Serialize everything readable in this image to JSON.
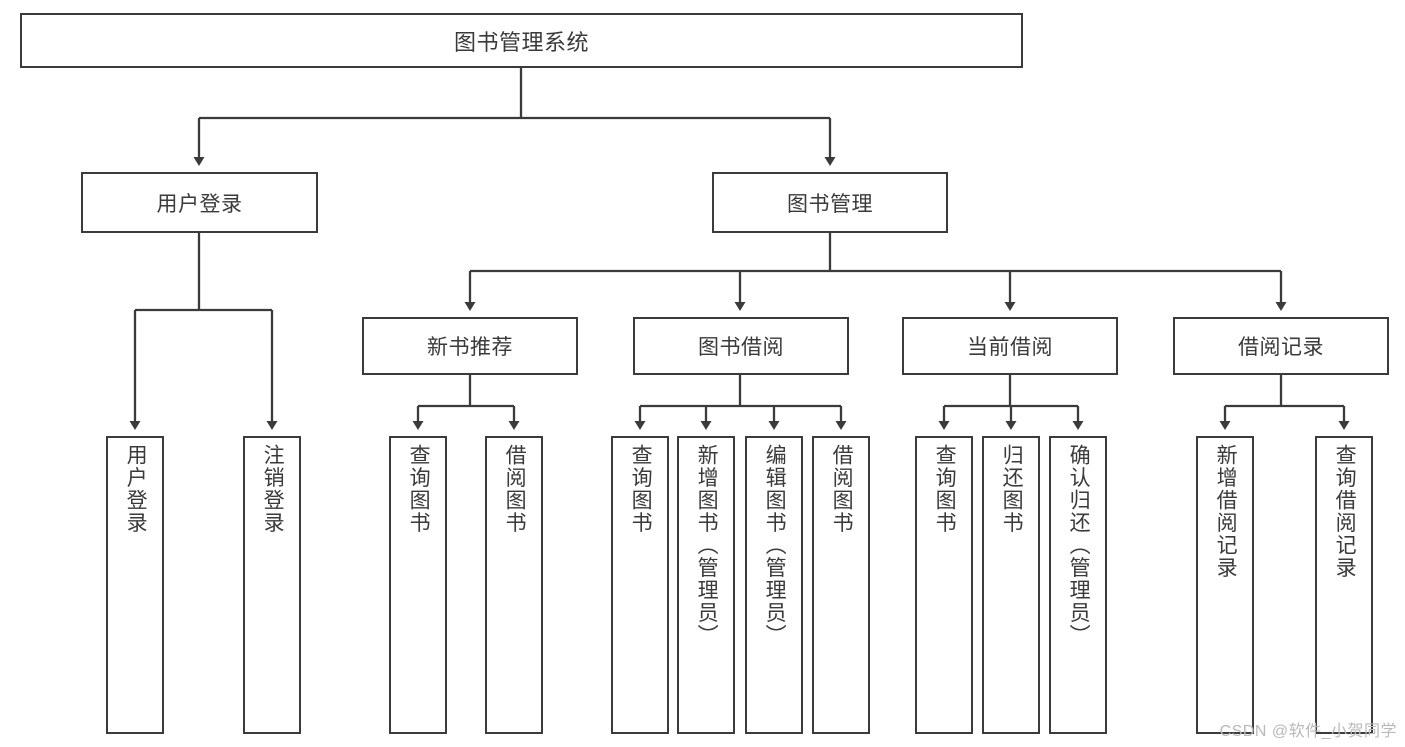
{
  "diagram": {
    "title_label": "图书管理系统",
    "stroke_color": "#3b3b3b",
    "text_color": "#3a3a3a",
    "background_color": "#ffffff",
    "level2": [
      {
        "label": "用户登录"
      },
      {
        "label": "图书管理"
      }
    ],
    "level3": [
      {
        "label": "新书推荐"
      },
      {
        "label": "图书借阅"
      },
      {
        "label": "当前借阅"
      },
      {
        "label": "借阅记录"
      }
    ],
    "leaves": {
      "user_login": [
        {
          "label": "用户登录"
        },
        {
          "label": "注销登录"
        }
      ],
      "new_book_rec": [
        {
          "label": "查询图书"
        },
        {
          "label": "借阅图书"
        }
      ],
      "book_borrow": [
        {
          "label": "查询图书"
        },
        {
          "label": "新增图书（管理员）"
        },
        {
          "label": "编辑图书（管理员）"
        },
        {
          "label": "借阅图书"
        }
      ],
      "current_borrow": [
        {
          "label": "查询图书"
        },
        {
          "label": "归还图书"
        },
        {
          "label": "确认归还（管理员）"
        }
      ],
      "borrow_record": [
        {
          "label": "新增借阅记录"
        },
        {
          "label": "查询借阅记录"
        }
      ]
    },
    "watermark": "CSDN @软件_小贺同学"
  }
}
